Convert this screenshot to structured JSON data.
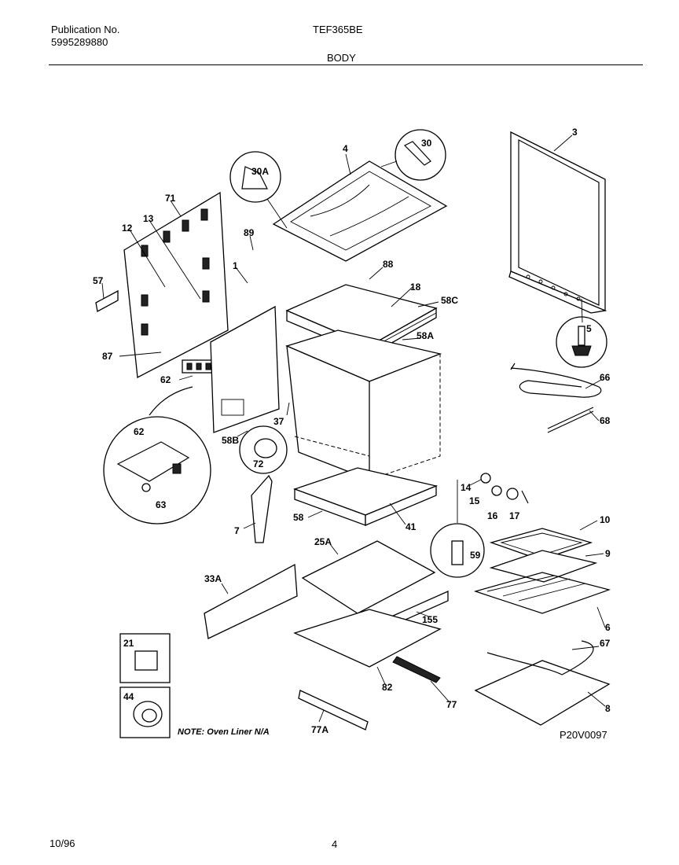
{
  "header": {
    "publication_label": "Publication No.",
    "publication_number": "5995289880",
    "model": "TEF365BE",
    "section": "BODY"
  },
  "footer": {
    "date": "10/96",
    "page": "4"
  },
  "diagram": {
    "note": "NOTE: Oven Liner N/A",
    "drawing_code": "P20V0097",
    "callouts": [
      "30A",
      "4",
      "30",
      "3",
      "71",
      "13",
      "12",
      "89",
      "1",
      "88",
      "18",
      "57",
      "58C",
      "5",
      "58A",
      "87",
      "62",
      "66",
      "37",
      "68",
      "58B",
      "72",
      "62",
      "14",
      "15",
      "16",
      "17",
      "10",
      "7",
      "58",
      "41",
      "63",
      "9",
      "25A",
      "59",
      "33A",
      "155",
      "6",
      "21",
      "67",
      "82",
      "77",
      "8",
      "44",
      "77A"
    ]
  }
}
